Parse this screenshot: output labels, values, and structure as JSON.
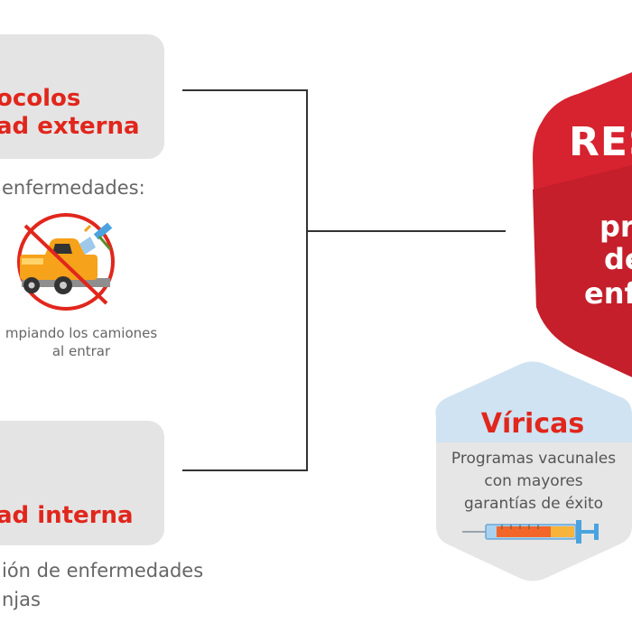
{
  "top_box": {
    "title_line1": "ocolos",
    "title_line2": "ad externa"
  },
  "top_label": "enfermedades:",
  "truck_caption": {
    "line1": "mpiando los camiones",
    "line2": "al entrar"
  },
  "bottom_box": {
    "title": "ad interna"
  },
  "bottom_desc": {
    "line1": "ión de enfermedades",
    "line2": "njas"
  },
  "main_hex": {
    "title": "RES",
    "line1": "pr",
    "line2": "de",
    "line3": "enf"
  },
  "viricas": {
    "title": "Víricas",
    "line1": "Programas vacunales",
    "line2": "con mayores",
    "line3": "garantías de éxito"
  },
  "colors": {
    "brand_red": "#e1261c",
    "box_gray": "#e4e4e4",
    "light_blue": "#cfe3f2",
    "truck_orange": "#f6a21a"
  },
  "icons": [
    "truck-icon",
    "spray-nozzle-icon",
    "syringe-icon"
  ]
}
